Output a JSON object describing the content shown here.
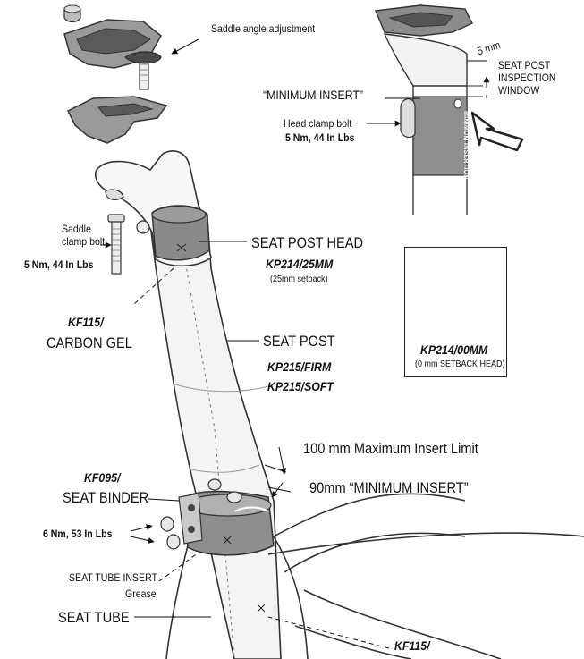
{
  "labels": {
    "saddle_angle": "Saddle angle adjustment",
    "min_insert_top": "“MINIMUM INSERT”",
    "five_mm": "5 mm",
    "inspection_window": [
      "SEAT POST",
      "INSPECTION",
      "WINDOW"
    ],
    "head_clamp_bolt": "Head clamp bolt",
    "head_clamp_torque": "5 Nm, 44 In Lbs",
    "window_text": "MINIMUM INSERTION",
    "saddle_clamp_bolt": [
      "Saddle",
      "clamp bolt"
    ],
    "saddle_clamp_torque": "5 Nm, 44 In Lbs",
    "seat_post_head": "SEAT POST HEAD",
    "seat_post_head_part": "KP214/25MM",
    "seat_post_head_note": "(25mm setback)",
    "carbon_gel_part": "KF115/",
    "carbon_gel": "CARBON GEL",
    "seat_post": "SEAT POST",
    "seat_post_part_firm": "KP215/FIRM",
    "seat_post_part_soft": "KP215/SOFT",
    "inset_part": "KP214/00MM",
    "inset_note": "(0 mm SETBACK HEAD)",
    "max_insert": "100 mm Maximum Insert Limit",
    "min_insert": "90mm “MINIMUM INSERT”",
    "seat_binder_part": "KF095/",
    "seat_binder": "SEAT BINDER",
    "binder_torque": "6 Nm, 53 In Lbs",
    "seat_tube_insert": "SEAT TUBE INSERT",
    "grease": "Grease",
    "seat_tube": "SEAT TUBE",
    "bottom_part": "KF115/"
  }
}
